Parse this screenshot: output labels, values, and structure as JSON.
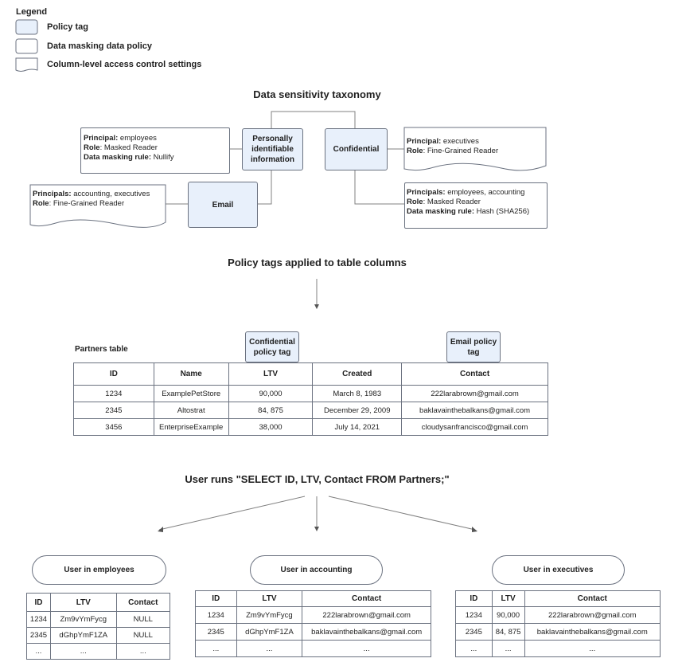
{
  "legend": {
    "title": "Legend",
    "items": [
      {
        "label": "Policy tag"
      },
      {
        "label": "Data masking data policy"
      },
      {
        "label": "Column-level access control settings"
      }
    ]
  },
  "taxonomy": {
    "title": "Data sensitivity taxonomy",
    "pii_tag": "Personally identifiable information",
    "confidential_tag": "Confidential",
    "email_tag": "Email",
    "pii_note": {
      "principal_key": "Principal:",
      "principal_val": " employees",
      "role_key": "Role",
      "role_val": ": Masked Reader",
      "rule_key": "Data masking rule:",
      "rule_val": " Nullify"
    },
    "email_note": {
      "principal_key": "Principals:",
      "principal_val": " accounting, executives",
      "role_key": "Role",
      "role_val": ": Fine-Grained Reader"
    },
    "conf_note_top": {
      "principal_key": "Principal:",
      "principal_val": " executives",
      "role_key": "Role",
      "role_val": ": Fine-Grained Reader"
    },
    "conf_note_bottom": {
      "principal_key": "Principals:",
      "principal_val": " employees, accounting",
      "role_key": "Role",
      "role_val": ": Masked Reader",
      "rule_key": "Data masking rule:",
      "rule_val": " Hash (SHA256)"
    }
  },
  "applied": {
    "title": "Policy tags applied to table columns",
    "table_title": "Partners table",
    "conf_tag": "Confidential policy tag",
    "email_tag": "Email policy tag",
    "headers": [
      "ID",
      "Name",
      "LTV",
      "Created",
      "Contact"
    ],
    "rows": [
      [
        "1234",
        "ExamplePetStore",
        "90,000",
        "March 8, 1983",
        "222larabrown@gmail.com"
      ],
      [
        "2345",
        "Altostrat",
        "84, 875",
        "December 29, 2009",
        "baklavainthebalkans@gmail.com"
      ],
      [
        "3456",
        "EnterpriseExample",
        "38,000",
        "July 14, 2021",
        "cloudysanfrancisco@gmail.com"
      ]
    ]
  },
  "query": {
    "title": "User runs \"SELECT ID, LTV, Contact FROM Partners;\""
  },
  "results": {
    "employees": {
      "label": "User in employees",
      "headers": [
        "ID",
        "LTV",
        "Contact"
      ],
      "rows": [
        [
          "1234",
          "Zm9vYmFycg",
          "NULL"
        ],
        [
          "2345",
          "dGhpYmF1ZA",
          "NULL"
        ],
        [
          "...",
          "...",
          "..."
        ]
      ]
    },
    "accounting": {
      "label": "User in accounting",
      "headers": [
        "ID",
        "LTV",
        "Contact"
      ],
      "rows": [
        [
          "1234",
          "Zm9vYmFycg",
          "222larabrown@gmail.com"
        ],
        [
          "2345",
          "dGhpYmF1ZA",
          "baklavainthebalkans@gmail.com"
        ],
        [
          "...",
          "...",
          "..."
        ]
      ]
    },
    "executives": {
      "label": "User in executives",
      "headers": [
        "ID",
        "LTV",
        "Contact"
      ],
      "rows": [
        [
          "1234",
          "90,000",
          "222larabrown@gmail.com"
        ],
        [
          "2345",
          "84, 875",
          "baklavainthebalkans@gmail.com"
        ],
        [
          "...",
          "...",
          "..."
        ]
      ]
    }
  },
  "colors": {
    "tag_fill": "#e8f0fb",
    "border": "#6b7280",
    "line": "#808080"
  }
}
